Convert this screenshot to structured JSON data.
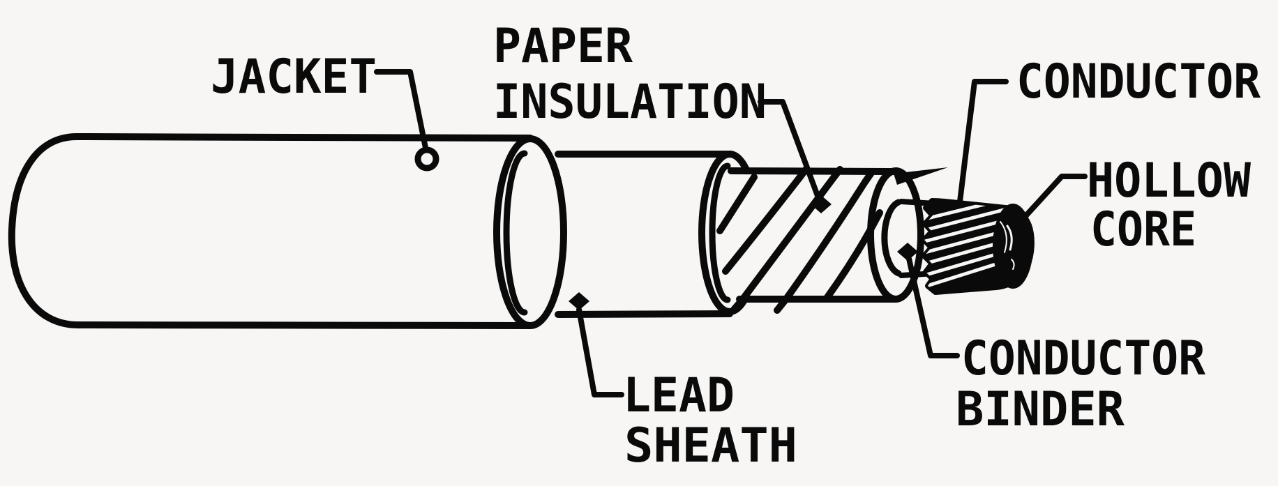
{
  "diagram": {
    "type": "cable-cutaway",
    "labels": {
      "jacket": {
        "text": "JACKET"
      },
      "paper_insulation": {
        "line1": "PAPER",
        "line2": "INSULATION"
      },
      "conductor": {
        "text": "CONDUCTOR"
      },
      "hollow_core": {
        "line1": "HOLLOW",
        "line2": "CORE"
      },
      "lead_sheath": {
        "line1": "LEAD",
        "line2": "SHEATH"
      },
      "conductor_binder": {
        "line1": "CONDUCTOR",
        "line2": "BINDER"
      }
    },
    "colors": {
      "ink": "#0a0a0a",
      "background": "#f7f6f4"
    }
  }
}
